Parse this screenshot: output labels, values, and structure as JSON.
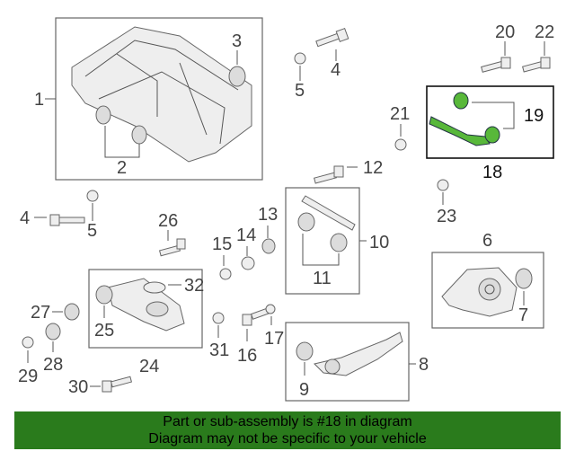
{
  "callouts": {
    "n1": "1",
    "n2": "2",
    "n3": "3",
    "n4a": "4",
    "n4b": "4",
    "n5a": "5",
    "n5b": "5",
    "n6": "6",
    "n7": "7",
    "n8": "8",
    "n9": "9",
    "n10": "10",
    "n11": "11",
    "n12": "12",
    "n13": "13",
    "n14": "14",
    "n15": "15",
    "n16": "16",
    "n17": "17",
    "n18": "18",
    "n19": "19",
    "n20": "20",
    "n21": "21",
    "n22": "22",
    "n23": "23",
    "n24": "24",
    "n25": "25",
    "n26": "26",
    "n27": "27",
    "n28": "28",
    "n29": "29",
    "n30": "30",
    "n31": "31",
    "n32": "32"
  },
  "banner": {
    "line1": "Part or sub-assembly is #18 in diagram",
    "line2": "Diagram may not be specific to your vehicle",
    "color": "#2a7b1c"
  },
  "highlight_color": "#58b83a"
}
